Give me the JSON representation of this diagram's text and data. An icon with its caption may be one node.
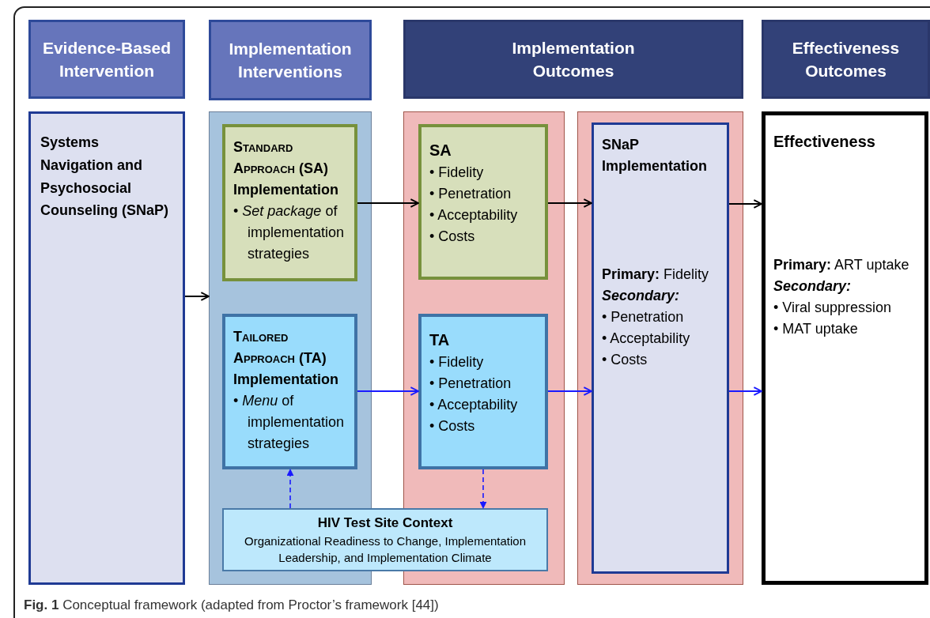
{
  "diagram": {
    "caption": "**Fig. 1** Conceptual framework (adapted from Proctor’s framework [44])",
    "nodes": [
      {
        "text": [
          "Evidence-Based Intervention"
        ]
      },
      {
        "text": [
          "Implementation Interventions"
        ]
      },
      {
        "text": [
          "Implementation Outcomes"
        ]
      },
      {
        "text": [
          "Effectiveness Outcomes"
        ]
      },
      {
        "text": [
          "Systems Navigation and Psychosocial Counseling (SNaP)"
        ]
      },
      {
        "text": [],
        "shape": "box"
      },
      {
        "text": [
          "Standard Approach (SA)",
          "Implementation",
          "• *Set package* of implementation strategies"
        ],
        "in": 5
      },
      {
        "text": [
          "Tailored Approach (TA)",
          "Implementation",
          "• *Menu* of implementation strategies"
        ],
        "in": 5
      },
      {
        "text": [],
        "shape": "box"
      },
      {
        "text": [
          "SA",
          "• Fidelity",
          "• Penetration",
          "• Acceptability",
          "• Costs"
        ],
        "in": 8
      },
      {
        "text": [
          "TA",
          "• Fidelity",
          "• Penetration",
          "• Acceptability",
          "• Costs"
        ],
        "in": 8
      },
      {
        "text": [
          "HIV Test Site Context",
          "Organizational Readiness to Change, Implementation Leadership, and Implementation Climate"
        ]
      },
      {
        "text": [],
        "shape": "box"
      },
      {
        "text": [
          "SNaP Implementation",
          "**Primary:** Fidelity",
          "Secondary:",
          "• Penetration",
          "• Acceptability",
          "• Costs"
        ],
        "in": 12
      },
      {
        "text": [
          "Effectiveness",
          "**Primary:** ART uptake",
          "Secondary:",
          "• Viral suppression",
          "• MAT uptake"
        ]
      }
    ],
    "edges": [
      {
        "from": 4,
        "to": 5,
        "arrow": "to",
        "color": "#000000"
      },
      {
        "from": 6,
        "to": 9,
        "arrow": "to",
        "color": "#000000"
      },
      {
        "from": 9,
        "to": 13,
        "arrow": "to",
        "color": "#000000"
      },
      {
        "from": 13,
        "to": 14,
        "arrow": "to",
        "color": "#000000"
      },
      {
        "from": 7,
        "to": 10,
        "arrow": "to"
      },
      {
        "from": 10,
        "to": 13,
        "arrow": "to"
      },
      {
        "from": 13,
        "to": 14,
        "arrow": "to"
      },
      {
        "from": 11,
        "to": 7,
        "arrow": "to",
        "style": "dashed"
      },
      {
        "from": 10,
        "to": 11,
        "arrow": "to",
        "style": "dashed"
      }
    ]
  }
}
